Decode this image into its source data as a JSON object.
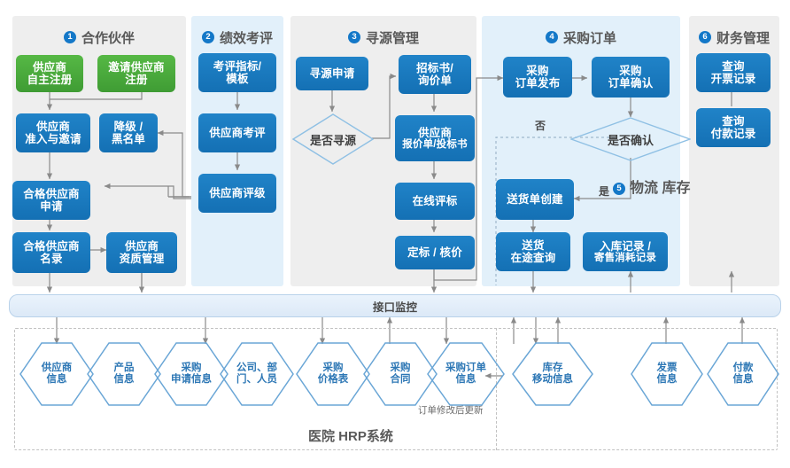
{
  "diagram": {
    "title": "医院 HRP系统",
    "interface_bar_label": "接口监控",
    "note_order_update": "订单修改后更新"
  },
  "columns": [
    {
      "num": "1",
      "title": "合作伙伴"
    },
    {
      "num": "2",
      "title": "绩效考评"
    },
    {
      "num": "3",
      "title": "寻源管理"
    },
    {
      "num": "4",
      "title": "采购订单"
    },
    {
      "num": "6",
      "title": "财务管理"
    }
  ],
  "section5": {
    "num": "5",
    "line1": "物流",
    "line2": "库存"
  },
  "boxes": {
    "c1": [
      {
        "line1": "供应商",
        "line2": "自主注册"
      },
      {
        "line1": "邀请供应商",
        "line2": "注册"
      },
      {
        "line1": "供应商",
        "line2": "准入与邀请"
      },
      {
        "line1": "降级 /",
        "line2": "黑名单"
      },
      {
        "line1": "合格供应商",
        "line2": "申请"
      },
      {
        "line1": "合格供应商",
        "line2": "名录"
      },
      {
        "line1": "供应商",
        "line2": "资质管理"
      }
    ],
    "c2": [
      {
        "line1": "考评指标/",
        "line2": "模板"
      },
      {
        "line1": "供应商考评",
        "line2": ""
      },
      {
        "line1": "供应商评级",
        "line2": ""
      }
    ],
    "c3": [
      {
        "line1": "寻源申请",
        "line2": ""
      },
      {
        "line1": "招标书/",
        "line2": "询价单"
      },
      {
        "line1": "供应商",
        "line2": "报价单/投标书"
      },
      {
        "line1": "在线评标",
        "line2": ""
      },
      {
        "line1": "定标 / 核价",
        "line2": ""
      }
    ],
    "c4": [
      {
        "line1": "采购",
        "line2": "订单发布"
      },
      {
        "line1": "采购",
        "line2": "订单确认"
      },
      {
        "line1": "送货单创建",
        "line2": ""
      },
      {
        "line1": "送货",
        "line2": "在途查询"
      },
      {
        "line1": "入库记录 /",
        "line2": "寄售消耗记录"
      }
    ],
    "c6": [
      {
        "line1": "查询",
        "line2": "开票记录"
      },
      {
        "line1": "查询",
        "line2": "付款记录"
      }
    ]
  },
  "diamonds": [
    {
      "label": "是否寻源"
    },
    {
      "label": "是否确认"
    }
  ],
  "branch_labels": {
    "no": "否",
    "yes": "是"
  },
  "hexagons": [
    {
      "line1": "供应商",
      "line2": "信息"
    },
    {
      "line1": "产品",
      "line2": "信息"
    },
    {
      "line1": "采购",
      "line2": "申请信息"
    },
    {
      "line1": "公司、部",
      "line2": "门、人员"
    },
    {
      "line1": "采购",
      "line2": "价格表"
    },
    {
      "line1": "采购",
      "line2": "合同"
    },
    {
      "line1": "采购订单",
      "line2": "信息"
    },
    {
      "line1": "库存",
      "line2": "移动信息"
    },
    {
      "line1": "发票",
      "line2": "信息"
    },
    {
      "line1": "付款",
      "line2": "信息"
    }
  ],
  "colors": {
    "accent_blue": "#1478c8",
    "box_blue": "#1f7fc4",
    "box_green": "#4cae3f",
    "panel_grey": "#eeeeee",
    "panel_blue": "#e2f0fa",
    "hex_stroke": "#6aa6d6",
    "hex_text": "#2d77b5"
  }
}
